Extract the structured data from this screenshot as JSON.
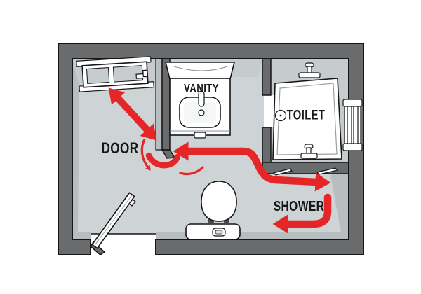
{
  "diagram": {
    "type": "bathroom-floor-plan-circulation",
    "labels": {
      "door": "DOOR",
      "vanity": "VANITY",
      "toilet": "TOILET",
      "shower": "SHOWER"
    },
    "colors": {
      "arrow_red": "#e52628",
      "wall_dark": "#6a6b6d",
      "wall_face": "#b8bec0",
      "room_face": "#c6cccd",
      "floor": "#ced4d5",
      "fixture_white": "#ffffff",
      "outline": "#161616",
      "background": "#ffffff"
    },
    "icons": {
      "showerhead-icon": "T-shaped shower head on stall wall",
      "floor-drain-icon": "circle with center dot beside TOILET label",
      "faucet-icon": "pill shape on sink",
      "sink-drain-icon": "small circle in sink basin",
      "window-icon": "two-pane window on top wall",
      "towel-bar-icon": "ladder rail on right wall",
      "toilet-fixture-icon": "bowl with tank and flush button",
      "door-leaf-icon": "open door panel at entry",
      "door-swing-icon": "red rotation arcs at door jamb",
      "flow-arrow-icon": "thick red circulation arrows"
    }
  }
}
